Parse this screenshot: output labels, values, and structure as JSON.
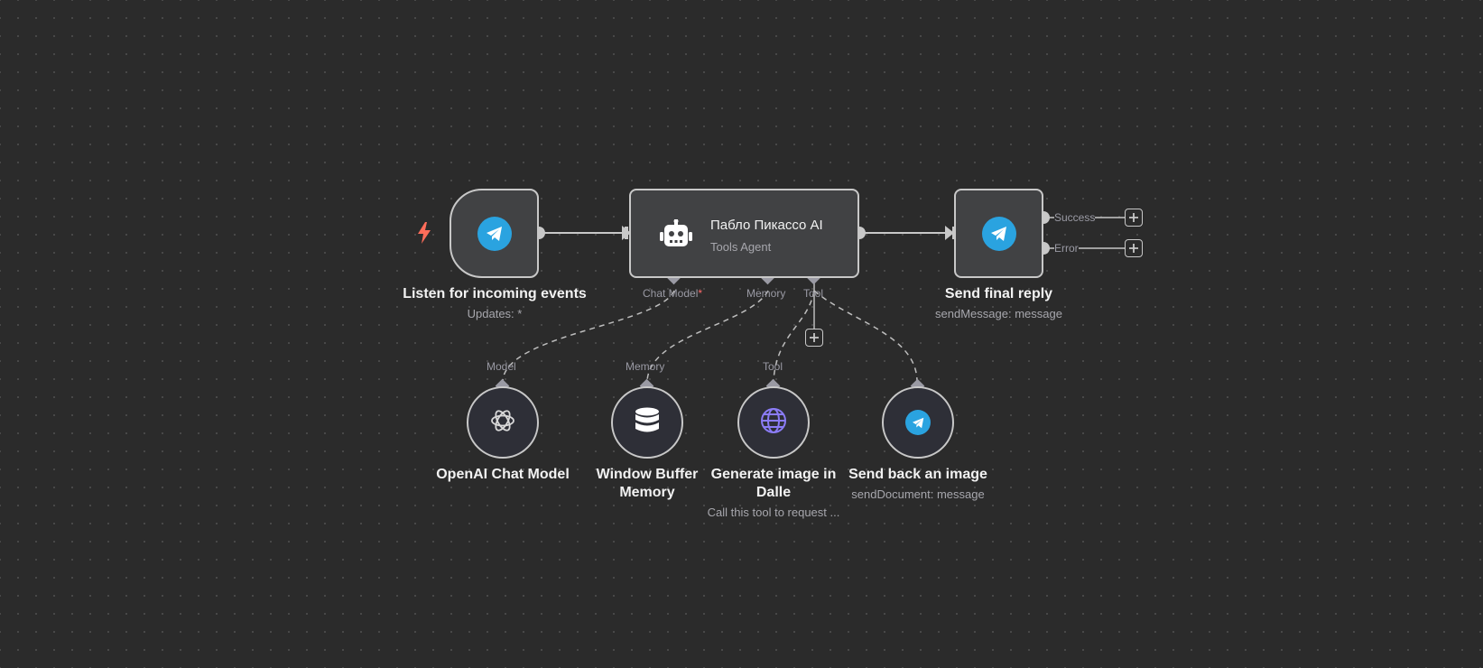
{
  "nodes": {
    "trigger": {
      "title": "Listen for incoming events",
      "subtitle": "Updates: *",
      "icon": "telegram-icon",
      "trigger_icon": "bolt-icon"
    },
    "agent": {
      "title": "Пабло Пикассо AI",
      "subtitle": "Tools Agent",
      "icon": "robot-icon",
      "ports": {
        "chat_model": "Chat Model",
        "chat_model_required": "*",
        "memory": "Memory",
        "tool": "Tool"
      }
    },
    "reply": {
      "title": "Send final reply",
      "subtitle": "sendMessage: message",
      "icon": "telegram-icon",
      "outputs": {
        "success": "Success",
        "error": "Error"
      }
    },
    "openai": {
      "title": "OpenAI Chat Model",
      "port": "Model",
      "icon": "openai-icon"
    },
    "memory": {
      "title": "Window Buffer Memory",
      "port": "Memory",
      "icon": "database-icon"
    },
    "dalle": {
      "title": "Generate image in Dalle",
      "subtitle": "Call this tool to request ...",
      "port": "Tool",
      "icon": "globe-icon"
    },
    "send_image": {
      "title": "Send back an image",
      "subtitle": "sendDocument: message",
      "icon": "telegram-icon"
    }
  },
  "colors": {
    "canvas": "#2b2b2b",
    "node_fill": "#414244",
    "node_border": "#c8c8c8",
    "telegram": "#2aa3e0",
    "trigger_bolt": "#ff6d5a",
    "required": "#ff6b6b",
    "globe": "#8b7cf6"
  }
}
